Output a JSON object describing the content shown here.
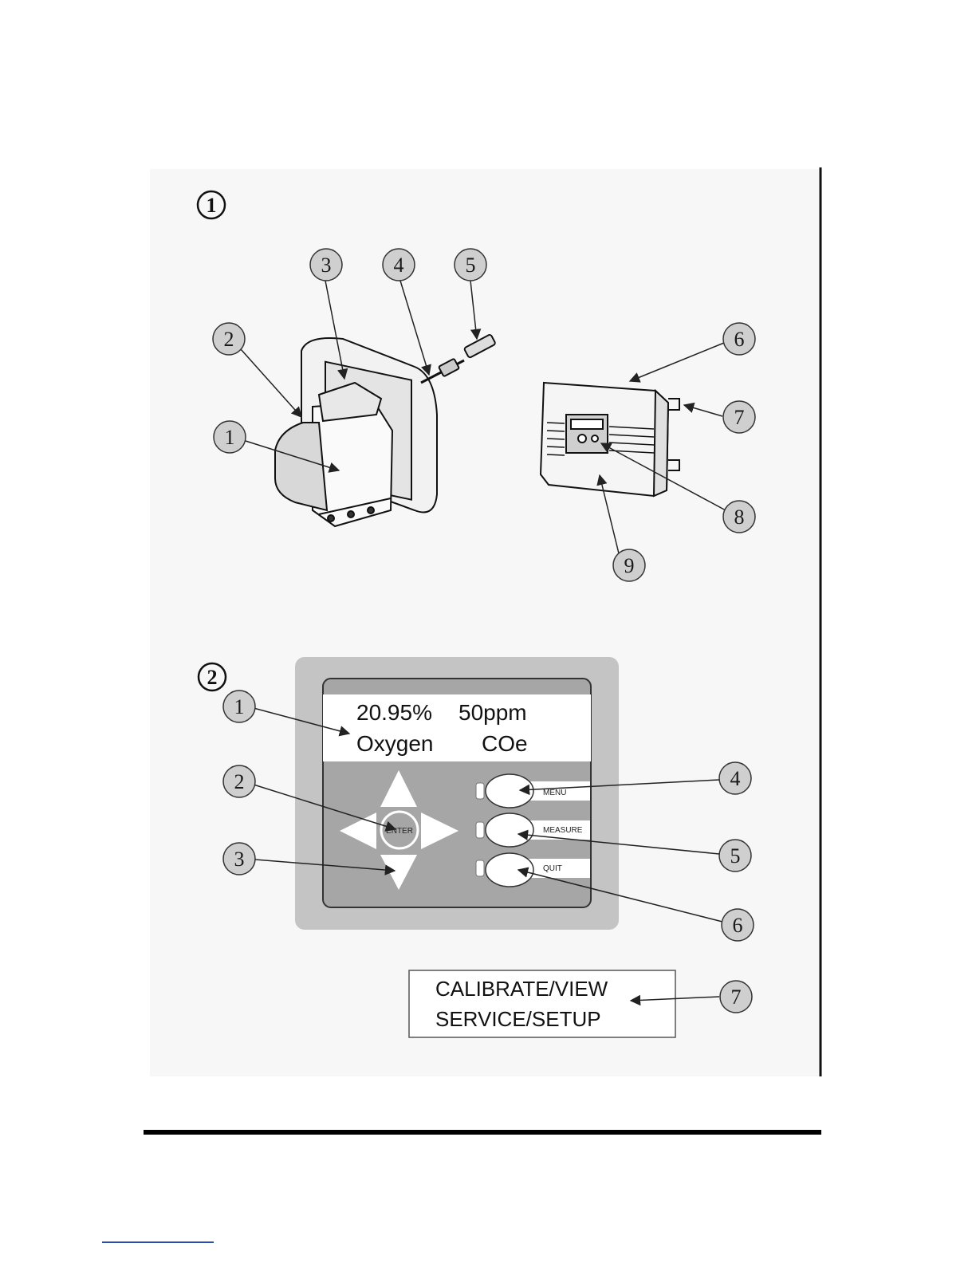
{
  "figure1": {
    "number": "1",
    "callouts": [
      "1",
      "2",
      "3",
      "4",
      "5",
      "6",
      "7",
      "8",
      "9"
    ]
  },
  "figure2": {
    "number": "2",
    "display": {
      "line1_left": "20.95%",
      "line1_right": "50ppm",
      "line2_left": "Oxygen",
      "line2_right": "COe"
    },
    "keys": {
      "enter": "ENTER",
      "menu": "MENU",
      "measure": "MEASURE",
      "quit": "QUIT"
    },
    "menu_box": {
      "line1": "CALIBRATE/VIEW",
      "line2": "SERVICE/SETUP"
    },
    "callouts": [
      "1",
      "2",
      "3",
      "4",
      "5",
      "6",
      "7"
    ]
  },
  "colors": {
    "panel_outer": "#c4c4c4",
    "panel_inner": "#a6a6a6",
    "callout_fill": "#cfcfcf",
    "display_bg": "#ffffff"
  }
}
